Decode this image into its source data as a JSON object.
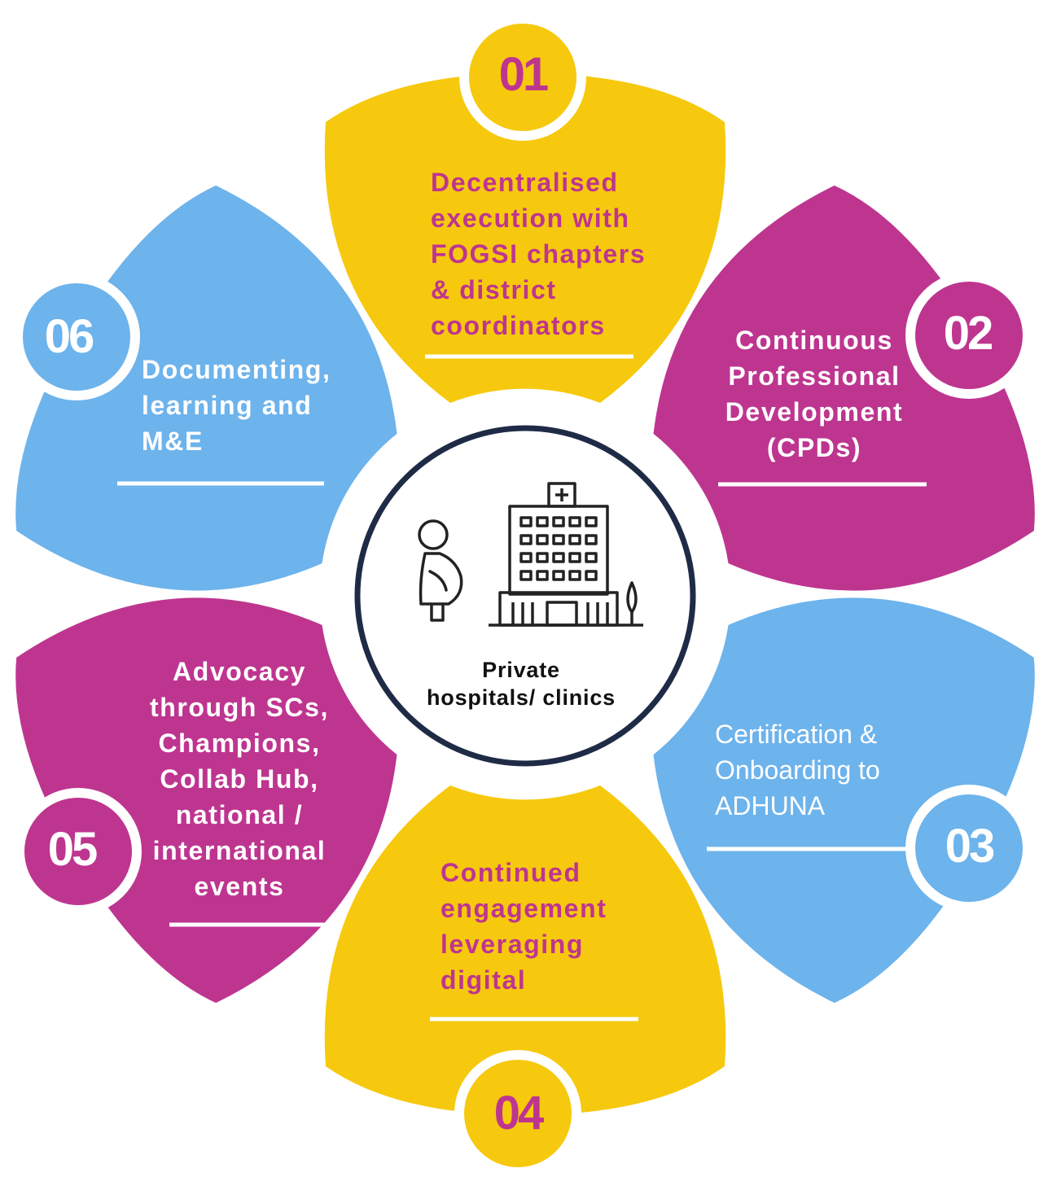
{
  "colors": {
    "yellow": "#F6C90E",
    "magenta": "#BE3590",
    "blue": "#6DB3EC",
    "white": "#FFFFFF",
    "center_ring": "#1F2B46",
    "icon": "#222222"
  },
  "center": {
    "label": "Private\nhospitals/ clinics",
    "icons": [
      "pregnant-woman-icon",
      "hospital-building-icon",
      "tree-icon"
    ]
  },
  "steps": [
    {
      "number": "01",
      "text": "Decentralised\nexecution with\nFOGSI chapters\n& district\ncoordinators",
      "color": "yellow",
      "text_color": "magenta"
    },
    {
      "number": "02",
      "text": "Continuous\nProfessional\nDevelopment\n(CPDs)",
      "color": "magenta",
      "text_color": "white"
    },
    {
      "number": "03",
      "text": "Certification &\nOnboarding to\nADHUNA",
      "color": "blue",
      "text_color": "white"
    },
    {
      "number": "04",
      "text": "Continued\nengagement\nleveraging\ndigital",
      "color": "yellow",
      "text_color": "magenta"
    },
    {
      "number": "05",
      "text": "Advocacy\nthrough SCs,\nChampions,\nCollab Hub,\nnational /\ninternational\nevents",
      "color": "magenta",
      "text_color": "white"
    },
    {
      "number": "06",
      "text": "Documenting,\nlearning and\nM&E",
      "color": "blue",
      "text_color": "white"
    }
  ]
}
